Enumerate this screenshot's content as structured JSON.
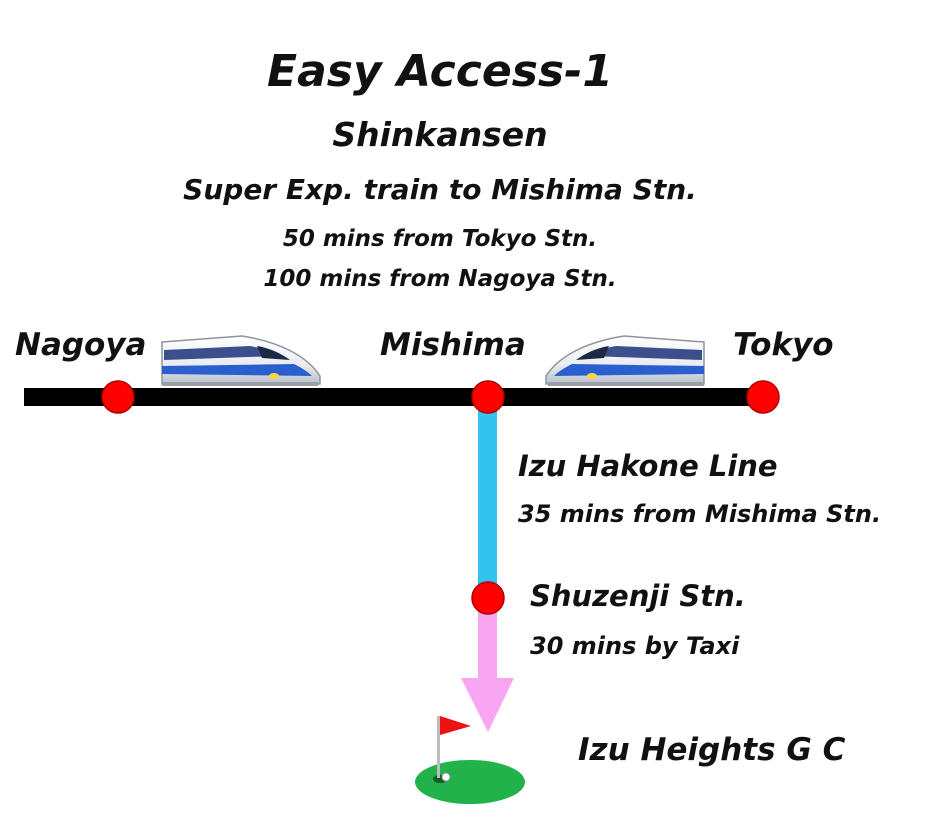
{
  "title": "Easy Access-1",
  "subtitle": "Shinkansen",
  "tagline": "Super Exp. train to Mishima Stn.",
  "travel_times": {
    "from_tokyo": "50 mins from Tokyo Stn.",
    "from_nagoya": "100 mins from Nagoya Stn."
  },
  "stations": {
    "nagoya": "Nagoya",
    "mishima": "Mishima",
    "tokyo": "Tokyo"
  },
  "izu_line": {
    "name": "Izu Hakone Line",
    "time": "35 mins from Mishima Stn."
  },
  "shuzenji": {
    "name": "Shuzenji Stn.",
    "time": "30 mins by Taxi"
  },
  "destination": "Izu Heights G C",
  "colors": {
    "mainline": "#000000",
    "station": "#ff0000",
    "station_outline": "#c00000",
    "izu_line": "#33c3ee",
    "taxi_route": "#f8a6f2",
    "green": "#22b24c",
    "flag": "#ee1111"
  },
  "icons": {
    "train_left": "shinkansen-train-icon",
    "train_right": "shinkansen-train-icon",
    "golf": "golf-flag-icon"
  }
}
